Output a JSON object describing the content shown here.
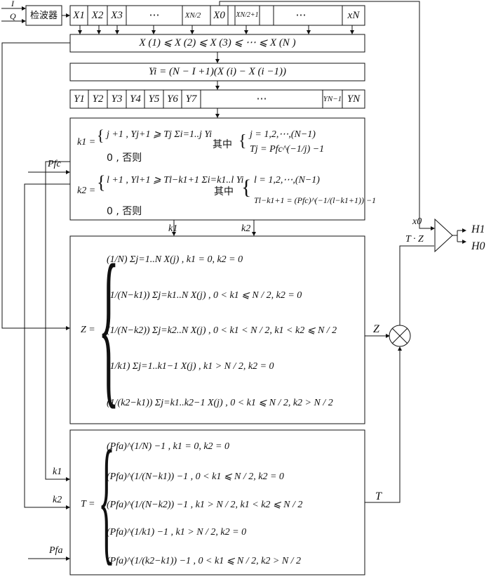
{
  "inputs": {
    "i": "I",
    "q": "Q"
  },
  "detector": "检波器",
  "x_cells": [
    "X1",
    "X2",
    "X3",
    "⋯",
    "XN/2"
  ],
  "x0": "X0",
  "x_right_cells": [
    "XN/2+1",
    "⋯",
    "xN"
  ],
  "sort": "X (1) ⩽ X (2) ⩽ X (3) ⩽  ⋯  ⩽ X (N )",
  "y_formula": "Yi = (N − I +1)(X (i) − X (i −1))",
  "y_cells": [
    "Y1",
    "Y2",
    "Y3",
    "Y4",
    "Y5",
    "Y6",
    "Y7",
    "⋯",
    "YN−1",
    "YN"
  ],
  "k_box": {
    "k1_lhs": "k1 =",
    "k1_case1": "j +1 ,  Yj+1 ⩾ Tj Σi=1..j Yi",
    "k1_case2": "0 , 否则",
    "k1_where": "其中",
    "k1_cond1": "j = 1,2,⋯,(N−1)",
    "k1_cond2": "Tj = Pfc^(−1/j) −1",
    "k2_lhs": "k2 =",
    "k2_case1": "l +1 ,  Yl+1 ⩾ Tl−k1+1 Σi=k1..l Yi",
    "k2_case2": "0 , 否则",
    "k2_where": "其中",
    "k2_cond1": "l = 1,2,⋯,(N−1)",
    "k2_cond2": "Tl−k1+1 = (Pfc)^(−1/(l−k1+1)) −1"
  },
  "pfc": "Pfc",
  "k1_label": "k1",
  "k2_label": "k2",
  "z_box": {
    "lhs": "Z =",
    "cases": [
      "(1/N) Σj=1..N X(j) ,  k1 = 0, k2 = 0",
      "(1/(N−k1)) Σj=k1..N X(j) ,  0 < k1 ⩽ N / 2, k2 = 0",
      "(1/(N−k2)) Σj=k2..N X(j) ,  0 < k1 < N / 2, k1 < k2 ⩽ N / 2",
      "(1/k1) Σj=1..k1−1 X(j) ,  k1 > N / 2, k2 = 0",
      "(1/(k2−k1)) Σj=k1..k2−1 X(j) ,  0 < k1 ⩽ N / 2, k2 > N / 2"
    ]
  },
  "t_box": {
    "lhs": "T =",
    "cases": [
      "(Pfa)^(1/N) −1 ,  k1 = 0, k2 = 0",
      "(Pfa)^(1/(N−k1)) −1 ,  0 < k1 ⩽ N / 2, k2 = 0",
      "(Pfa)^(1/(N−k2)) −1 ,  k1 > N / 2, k1 < k2 ⩽ N / 2",
      "(Pfa)^(1/k1) −1 ,  k1 > N / 2, k2 = 0",
      "(Pfa)^(1/(k2−k1)) −1 ,  0 < k1 ⩽ N / 2, k2 > N / 2"
    ]
  },
  "pfa": "Pfa",
  "z_label": "Z",
  "t_label": "T",
  "x0_label": "x0",
  "tz_label": "T · Z",
  "h1": "H1",
  "h0": "H0"
}
